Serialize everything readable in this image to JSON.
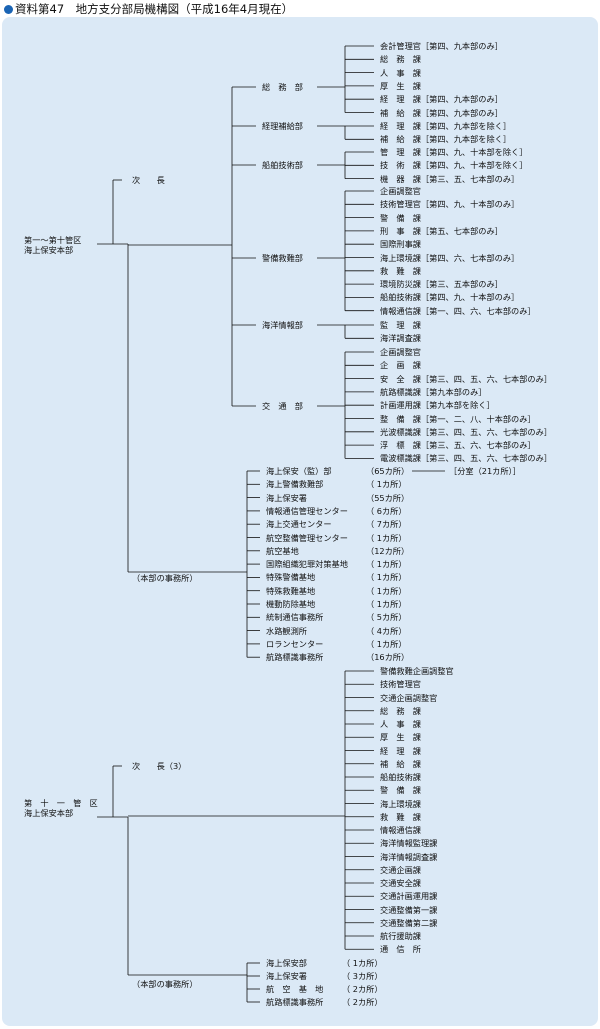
{
  "title": "資料第47　地方支分部局機構図（平成16年4月現在）",
  "org1": {
    "root": "第一～第十管区\n海上保安本部",
    "vice": "次　　長",
    "departments": [
      {
        "name": "総　務　部",
        "units": [
          "会計管理官［第四、九本部のみ］",
          "総　務　課",
          "人　事　課",
          "厚　生　課",
          "経　理　課［第四、九本部のみ］",
          "補　給　課［第四、九本部のみ］"
        ]
      },
      {
        "name": "経理補給部",
        "units": [
          "経　理　課［第四、九本部を除く］",
          "補　給　課［第四、九本部を除く］"
        ]
      },
      {
        "name": "船舶技術部",
        "units": [
          "管　理　課［第四、九、十本部を除く］",
          "技　術　課［第四、九、十本部を除く］",
          "機　器　課［第三、五、七本部のみ］"
        ]
      },
      {
        "name": "警備救難部",
        "units": [
          "企画調整官",
          "技術管理官［第四、九、十本部のみ］",
          "警　備　課",
          "刑　事　課［第五、七本部のみ］",
          "国際刑事課",
          "海上環境課［第四、六、七本部のみ］",
          "救　難　課",
          "環境防災課［第三、五本部のみ］",
          "船舶技術課［第四、九、十本部のみ］",
          "情報通信課［第一、四、六、七本部のみ］"
        ]
      },
      {
        "name": "海洋情報部",
        "units": [
          "監　理　課",
          "海洋調査課"
        ]
      },
      {
        "name": "交　通　部",
        "units": [
          "企画調整官",
          "企　画　課",
          "安　全　課［第三、四、五、六、七本部のみ］",
          "航路標識課［第九本部のみ］",
          "計画運用課［第九本部を除く］",
          "整　備　課［第一、二、八、十本部のみ］",
          "光波標識課［第三、四、五、六、七本部のみ］",
          "浮　標　課［第三、五、六、七本部のみ］",
          "電波標識課［第三、四、五、六、七本部のみ］"
        ]
      }
    ],
    "offices_label": "（本部の事務所）",
    "offices": [
      {
        "name": "海上保安（監）部",
        "count": "（65カ所）"
      },
      {
        "name": "海上警備救難部",
        "count": "（ 1カ所）"
      },
      {
        "name": "海上保安署",
        "count": "（55カ所）"
      },
      {
        "name": "情報通信管理センター",
        "count": "（ 6カ所）"
      },
      {
        "name": "海上交通センター",
        "count": "（ 7カ所）"
      },
      {
        "name": "航空整備管理センター",
        "count": "（ 1カ所）"
      },
      {
        "name": "航空基地",
        "count": "（12カ所）"
      },
      {
        "name": "国際組織犯罪対策基地",
        "count": "（ 1カ所）"
      },
      {
        "name": "特殊警備基地",
        "count": "（ 1カ所）"
      },
      {
        "name": "特殊救難基地",
        "count": "（ 1カ所）"
      },
      {
        "name": "機動防除基地",
        "count": "（ 1カ所）"
      },
      {
        "name": "統制通信事務所",
        "count": "（ 5カ所）"
      },
      {
        "name": "水路観測所",
        "count": "（ 4カ所）"
      },
      {
        "name": "ロランセンター",
        "count": "（ 1カ所）"
      },
      {
        "name": "航路標識事務所",
        "count": "（16カ所）"
      }
    ],
    "branch_note": "［分室（21カ所）］"
  },
  "org2": {
    "root": "第　十　一　管　区\n海上保安本部",
    "vice": "次　　長（3）",
    "units": [
      "警備救難企画調整官",
      "技術管理官",
      "交通企画調整官",
      "総　務　課",
      "人　事　課",
      "厚　生　課",
      "経　理　課",
      "補　給　課",
      "船舶技術課",
      "警　備　課",
      "海上環境課",
      "救　難　課",
      "情報通信課",
      "海洋情報監理課",
      "海洋情報調査課",
      "交通企画課",
      "交通安全課",
      "交通計画運用課",
      "交通整備第一課",
      "交通整備第二課",
      "航行援助課",
      "通　信　所"
    ],
    "offices_label": "（本部の事務所）",
    "offices": [
      {
        "name": "海上保安部",
        "count": "（ 1カ所）"
      },
      {
        "name": "海上保安署",
        "count": "（ 3カ所）"
      },
      {
        "name": "航　空　基　地",
        "count": "（ 2カ所）"
      },
      {
        "name": "航路標識事務所",
        "count": "（ 2カ所）"
      }
    ]
  }
}
